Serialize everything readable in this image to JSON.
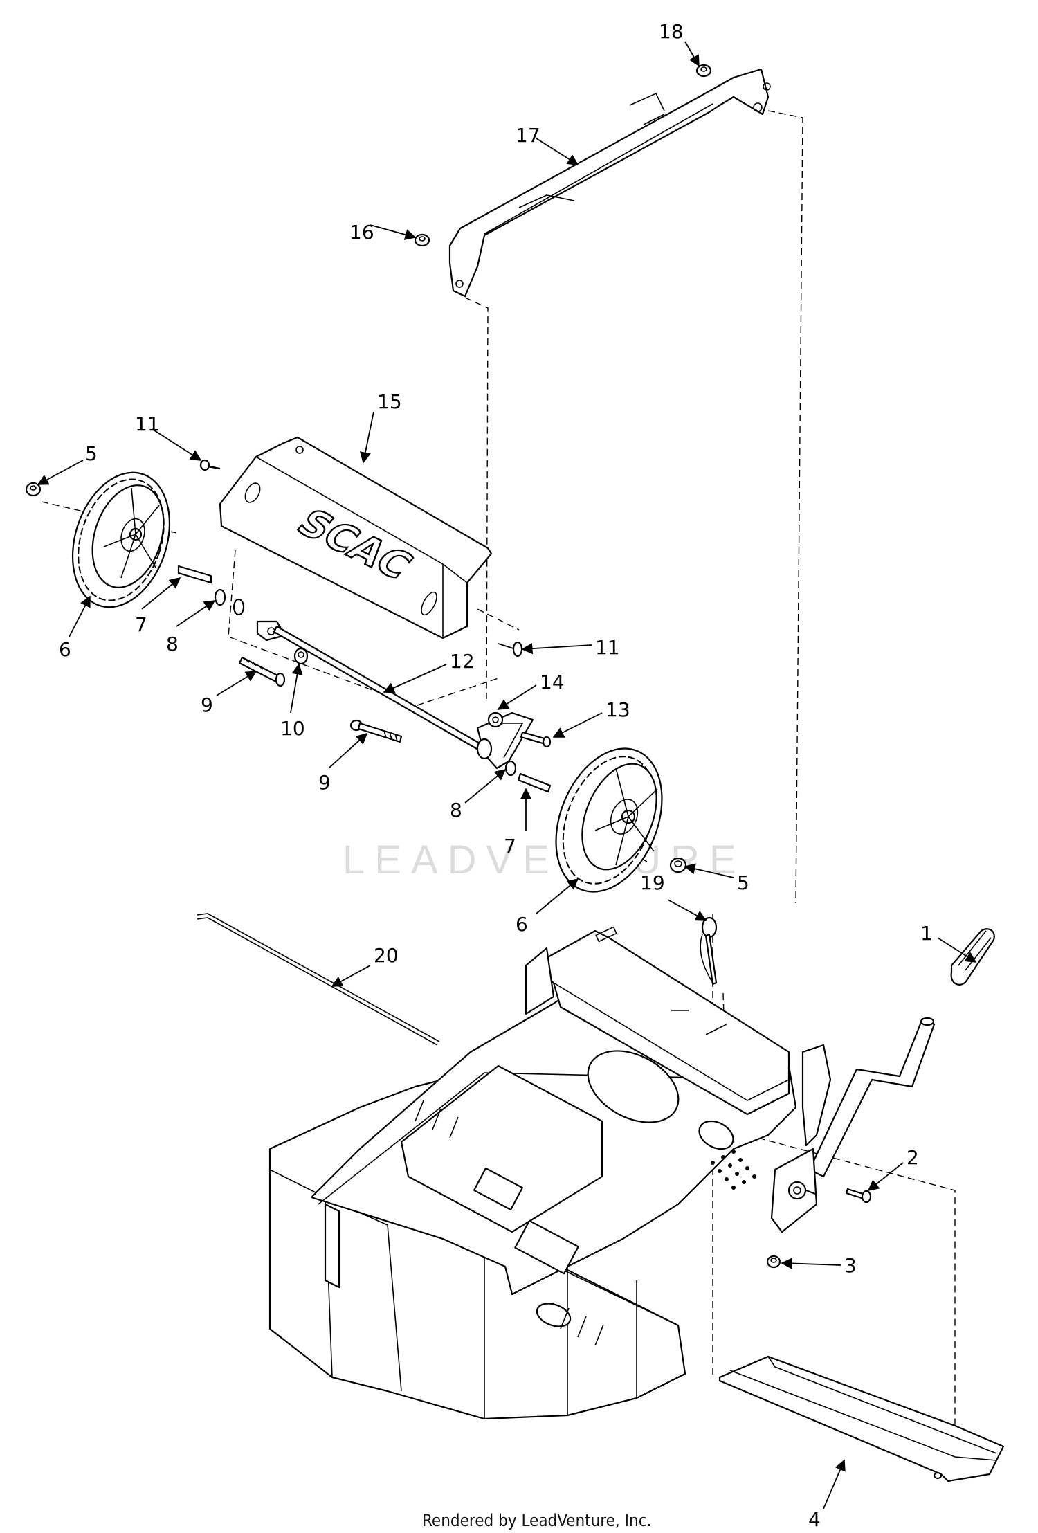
{
  "callouts": [
    {
      "id": "c1",
      "label": "1"
    },
    {
      "id": "c2",
      "label": "2"
    },
    {
      "id": "c3",
      "label": "3"
    },
    {
      "id": "c4",
      "label": "4"
    },
    {
      "id": "c5a",
      "label": "5"
    },
    {
      "id": "c5b",
      "label": "5"
    },
    {
      "id": "c6a",
      "label": "6"
    },
    {
      "id": "c6b",
      "label": "6"
    },
    {
      "id": "c7a",
      "label": "7"
    },
    {
      "id": "c7b",
      "label": "7"
    },
    {
      "id": "c8a",
      "label": "8"
    },
    {
      "id": "c8b",
      "label": "8"
    },
    {
      "id": "c9a",
      "label": "9"
    },
    {
      "id": "c9b",
      "label": "9"
    },
    {
      "id": "c10",
      "label": "10"
    },
    {
      "id": "c11a",
      "label": "11"
    },
    {
      "id": "c11b",
      "label": "11"
    },
    {
      "id": "c12",
      "label": "12"
    },
    {
      "id": "c13",
      "label": "13"
    },
    {
      "id": "c14",
      "label": "14"
    },
    {
      "id": "c15",
      "label": "15"
    },
    {
      "id": "c16",
      "label": "16"
    },
    {
      "id": "c17",
      "label": "17"
    },
    {
      "id": "c18",
      "label": "18"
    },
    {
      "id": "c19",
      "label": "19"
    },
    {
      "id": "c20",
      "label": "20"
    }
  ],
  "shield_logo_text": "SCAC",
  "watermark_text": "LEADVENTURE",
  "footer_text": "Rendered by LeadVenture, Inc."
}
